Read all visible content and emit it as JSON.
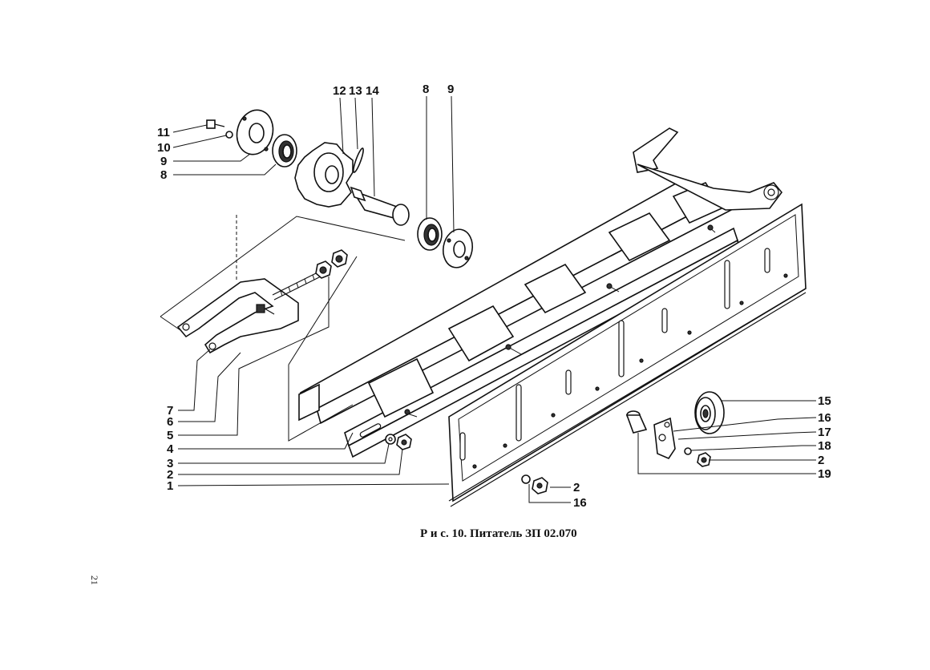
{
  "figure": {
    "caption": "Р и с. 10. Питатель ЗП 02.070",
    "page_number": "21"
  },
  "callouts": {
    "c11": "11",
    "c10": "10",
    "c9a": "9",
    "c8a": "8",
    "c12": "12",
    "c13": "13",
    "c14": "14",
    "c8b": "8",
    "c9b": "9",
    "c7": "7",
    "c6": "6",
    "c5": "5",
    "c4": "4",
    "c3": "3",
    "c2a": "2",
    "c1": "1",
    "c15": "15",
    "c16a": "16",
    "c17": "17",
    "c18": "18",
    "c2b": "2",
    "c19": "19",
    "c2c": "2",
    "c16b": "16"
  }
}
